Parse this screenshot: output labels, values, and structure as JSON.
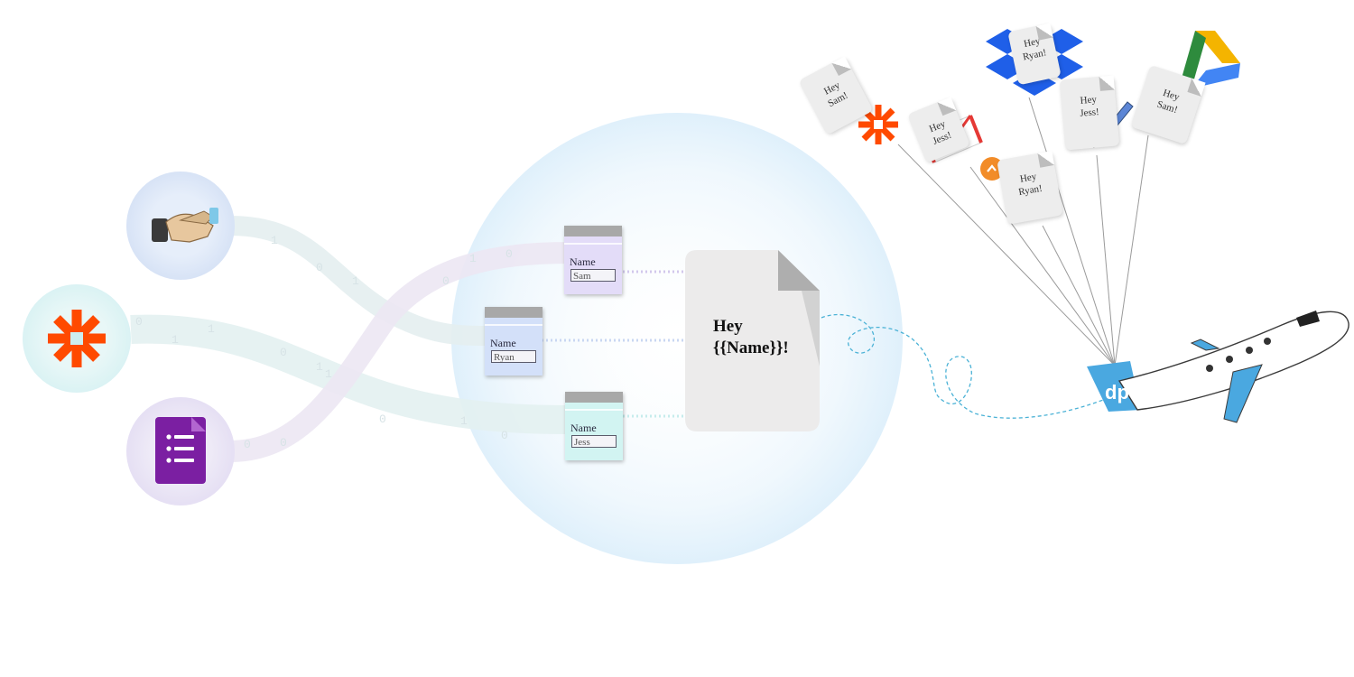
{
  "template": {
    "line1": "Hey",
    "line2": "{{Name}}!"
  },
  "forms": [
    {
      "label": "Name",
      "value": "Sam"
    },
    {
      "label": "Name",
      "value": "Ryan"
    },
    {
      "label": "Name",
      "value": "Jess"
    }
  ],
  "documents": [
    {
      "line1": "Hey",
      "line2": "Sam!"
    },
    {
      "line1": "Hey",
      "line2": "Jess!"
    },
    {
      "line1": "Hey",
      "line2": "Ryan!"
    },
    {
      "line1": "Hey",
      "line2": "Ryan!"
    },
    {
      "line1": "Hey",
      "line2": "Jess!"
    },
    {
      "line1": "Hey",
      "line2": "Sam!"
    }
  ],
  "plane": {
    "logo_text": "dp"
  },
  "sources": [
    {
      "icon": "handshake-icon"
    },
    {
      "icon": "zapier-icon"
    },
    {
      "icon": "google-forms-icon"
    }
  ],
  "destinations": [
    {
      "icon": "zapier-icon"
    },
    {
      "icon": "gmail-icon"
    },
    {
      "icon": "orange-app-icon"
    },
    {
      "icon": "dropbox-icon"
    },
    {
      "icon": "pen-icon"
    },
    {
      "icon": "google-drive-icon"
    }
  ],
  "colors": {
    "zapier": "#ff4a00",
    "forms_purple": "#7b1fa2",
    "plane_blue": "#4aa8e0",
    "dropbox": "#1f5fe8",
    "drive_green": "#2e8b3d",
    "drive_yellow": "#f4b400",
    "drive_blue": "#4285f4"
  }
}
